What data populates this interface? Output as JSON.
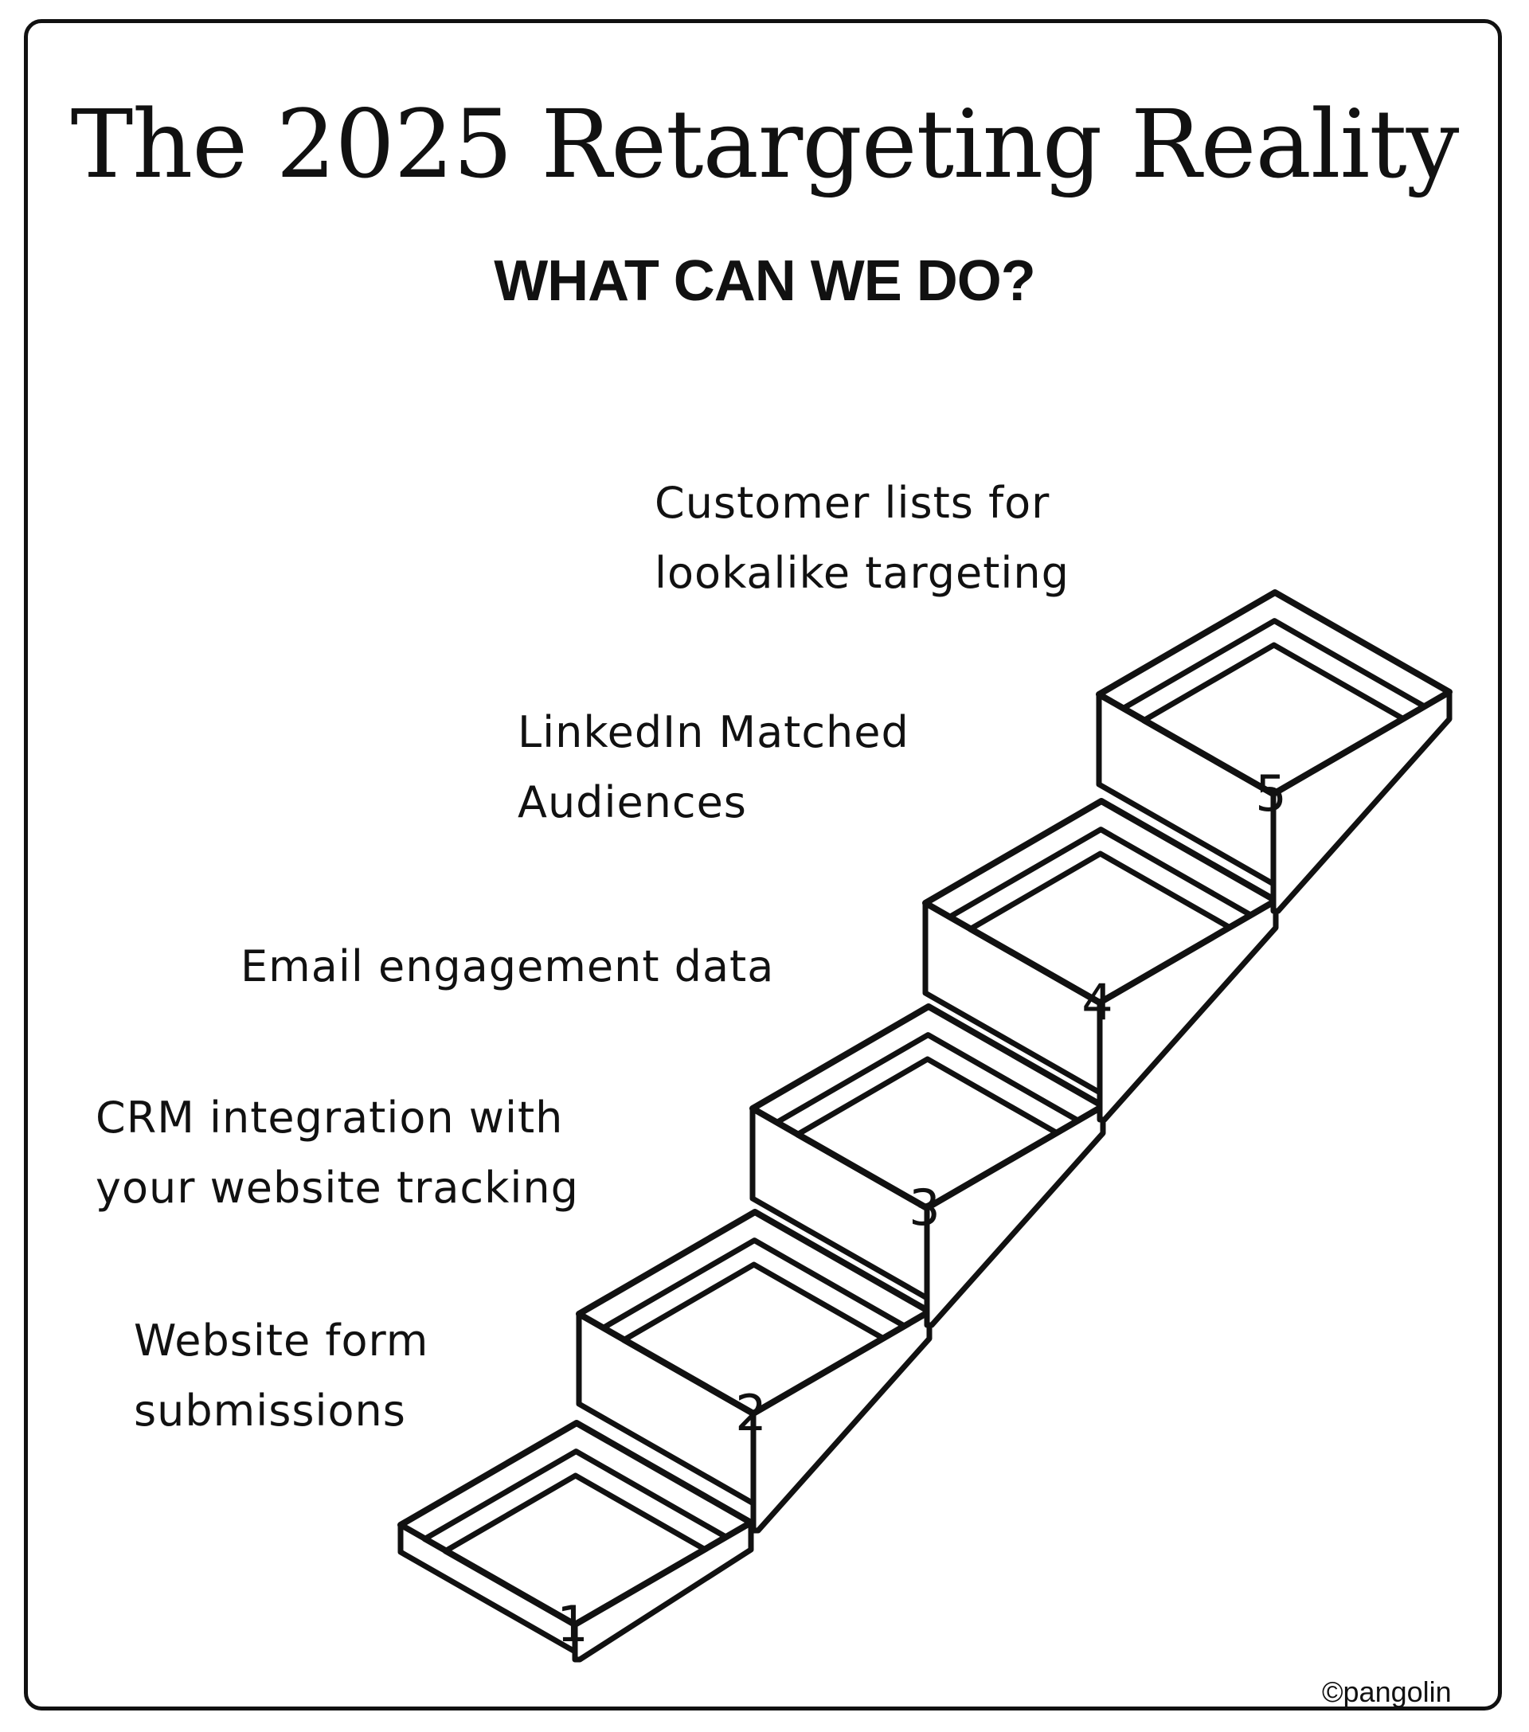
{
  "title": "The 2025 Retargeting Reality",
  "subtitle": "WHAT CAN WE DO?",
  "steps": [
    {
      "number": "1",
      "lines": [
        "Website form",
        "submissions"
      ]
    },
    {
      "number": "2",
      "lines": [
        "CRM integration with",
        "your website tracking"
      ]
    },
    {
      "number": "3",
      "lines": [
        "Email engagement data"
      ]
    },
    {
      "number": "4",
      "lines": [
        "LinkedIn Matched",
        "Audiences"
      ]
    },
    {
      "number": "5",
      "lines": [
        "Customer lists for",
        "lookalike targeting"
      ]
    }
  ],
  "credit": "©pangolin",
  "colors": {
    "ink": "#111111",
    "background": "#ffffff"
  }
}
